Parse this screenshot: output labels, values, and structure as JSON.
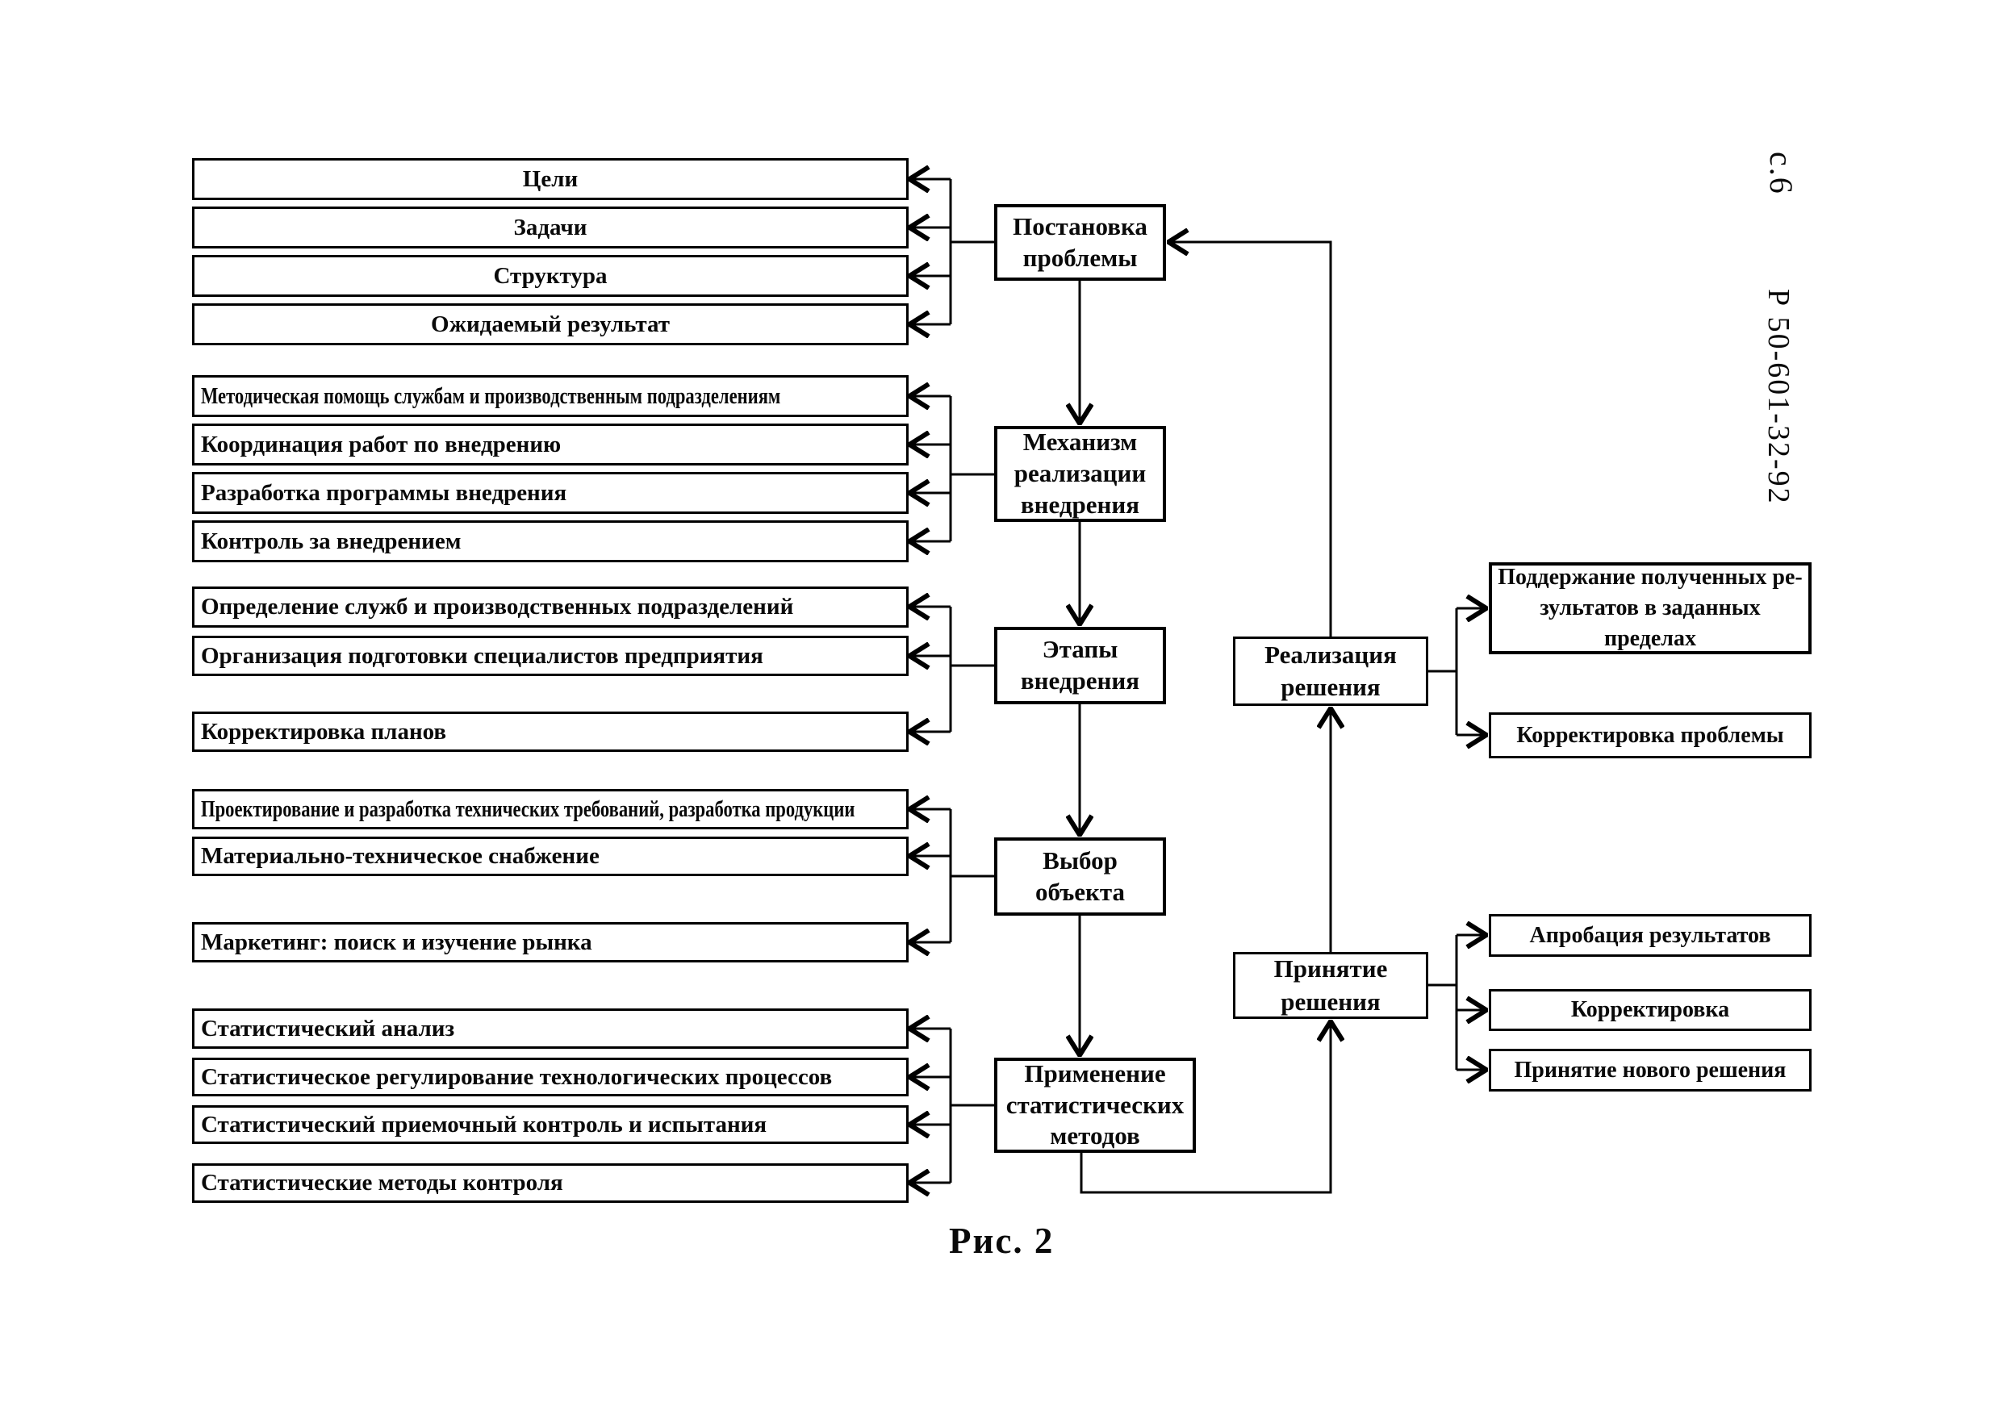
{
  "document": {
    "page_label": "с.6",
    "standard_label": "Р 50-601-32-92",
    "figure_caption": "Рис. 2"
  },
  "flow": {
    "problem": "Постановка проблемы",
    "mechanism": "Механизм реализации внедрения",
    "stages": "Этапы внедрения",
    "object": "Выбор объекта",
    "statistics": "Применение статистических методов",
    "implementation": "Реализация решения",
    "decision": "Принятие решения"
  },
  "groups": [
    {
      "name": "problem-aspects",
      "items": [
        "Цели",
        "Задачи",
        "Структура",
        "Ожидаемый результат"
      ]
    },
    {
      "name": "mechanism-activities",
      "items": [
        "Методическая помощь службам и производственным подразделениям",
        "Координация работ по внедрению",
        "Разработка программы внедрения",
        "Контроль за внедрением"
      ]
    },
    {
      "name": "stage-activities",
      "items": [
        "Определение служб и производственных подразделений",
        "Организация подготовки специалистов предприятия",
        "Корректировка планов"
      ]
    },
    {
      "name": "object-activities",
      "items": [
        "Проектирование и разработка технических требований, разработка продукции",
        "Материально-техническое снабжение",
        "Маркетинг: поиск и изучение рынка"
      ]
    },
    {
      "name": "statistical-methods",
      "items": [
        "Статистический анализ",
        "Статистическое регулирование технологических процессов",
        "Статистический приемочный контроль и испытания",
        "Статистические методы контроля"
      ]
    }
  ],
  "implementation_outcomes": [
    "Поддержание полученных ре-\nзультатов в заданных пределах",
    "Корректировка проблемы"
  ],
  "decision_outcomes": [
    "Апробация результатов",
    "Корректировка",
    "Принятие нового решения"
  ],
  "colors": {
    "line": "#000000",
    "background": "#ffffff",
    "text": "#0a0a0a"
  }
}
